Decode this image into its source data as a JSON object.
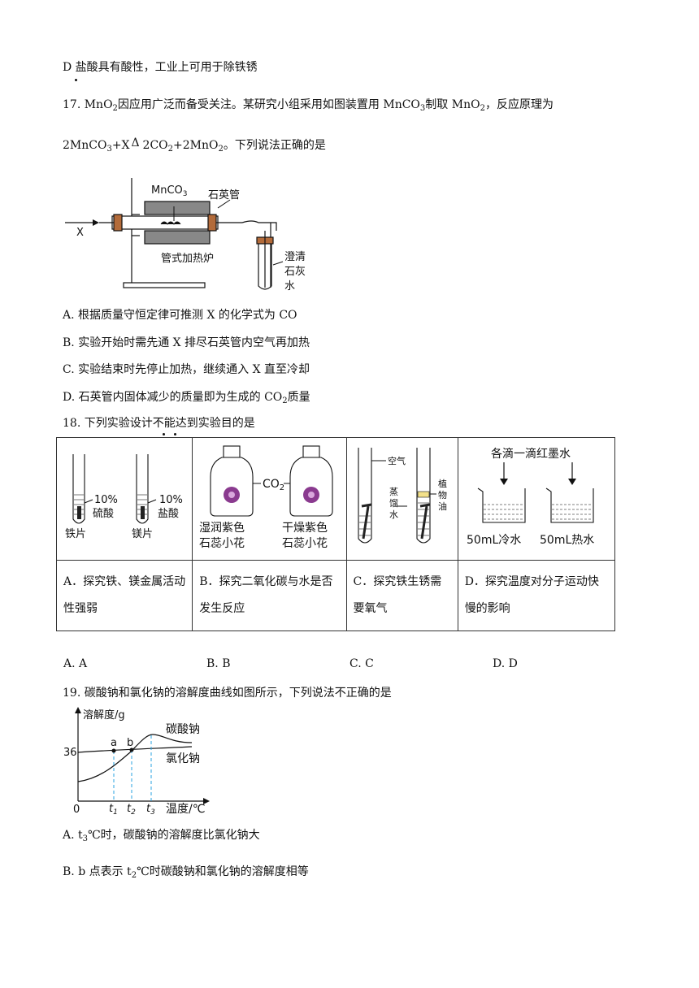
{
  "q16": {
    "option_d": "D  盐酸具有酸性，工业上可用于除铁锈"
  },
  "q17": {
    "stem_1a": "17. MnO",
    "stem_1b": "因应用广泛而备受关注。某研究小组采用如图装置用 MnCO",
    "stem_1c": "制取 MnO",
    "stem_1d": "，反应原理为",
    "eq_a": "2MnCO",
    "eq_b": "+X",
    "eq_delta": "Δ",
    "eq_c": "2CO",
    "eq_d": "+2MnO",
    "eq_e": "。下列说法正确的是",
    "sub2": "2",
    "sub3": "3",
    "figure": {
      "mnco3": "MnCO",
      "mnco3_sub": "3",
      "quartz": "石英管",
      "x_label": "X",
      "furnace": "管式加热炉",
      "limewater_1": "澄清",
      "limewater_2": "石灰",
      "limewater_3": "水"
    },
    "options": [
      "A. 根据质量守恒定律可推测 X 的化学式为 CO",
      "B. 实验开始时需先通 X 排尽石英管内空气再加热",
      "C. 实验结束时先停止加热，继续通入 X 直至冷却",
      "D. 石英管内固体减少的质量即为生成的 CO"
    ],
    "option_d_tail": "质量"
  },
  "q18": {
    "stem": "18. 下列实验设计不能达到实验目的是",
    "figs": {
      "a_pct1": "10%",
      "a_acid1": "硫酸",
      "a_metal1": "铁片",
      "a_pct2": "10%",
      "a_acid2": "盐酸",
      "a_metal2": "镁片",
      "b_co2": "CO",
      "b_co2_sub": "2",
      "b_left1": "湿润紫色",
      "b_left2": "石蕊小花",
      "b_right1": "干燥紫色",
      "b_right2": "石蕊小花",
      "c_air": "空气",
      "c_water1": "蒸",
      "c_water2": "馏",
      "c_water3": "水",
      "c_oil1": "植",
      "c_oil2": "物",
      "c_oil3": "油",
      "d_top": "各滴一滴红墨水",
      "d_cold": "50mL冷水",
      "d_hot": "50mL热水"
    },
    "captions": [
      "A．探究铁、镁金属活动性强弱",
      "B．探究二氧化碳与水是否发生反应",
      "C．探究铁生锈需要氧气",
      "D．探究温度对分子运动快慢的影响"
    ],
    "answers": [
      "A. A",
      "B. B",
      "C. C",
      "D. D"
    ]
  },
  "q19": {
    "stem": "19. 碳酸钠和氯化钠的溶解度曲线如图所示，下列说法不正确的是",
    "chart": {
      "ylabel": "溶解度/g",
      "xlabel": "温度/℃",
      "y36": "36",
      "origin": "0",
      "na2co3": "碳酸钠",
      "nacl": "氯化钠",
      "pt_a": "a",
      "pt_b": "b",
      "t": "t",
      "s1": "1",
      "s2": "2",
      "s3": "3"
    },
    "option_a_1": "A.  t",
    "option_a_2": "℃时，碳酸钠的溶解度比氯化钠大",
    "option_b_1": "B. b 点表示 t",
    "option_b_2": "℃时碳酸钠和氯化钠的溶解度相等"
  },
  "colors": {
    "text": "#111111",
    "dash": "#29a3e0",
    "flower": "#8a3a8f",
    "oil": "#f2e08a"
  }
}
